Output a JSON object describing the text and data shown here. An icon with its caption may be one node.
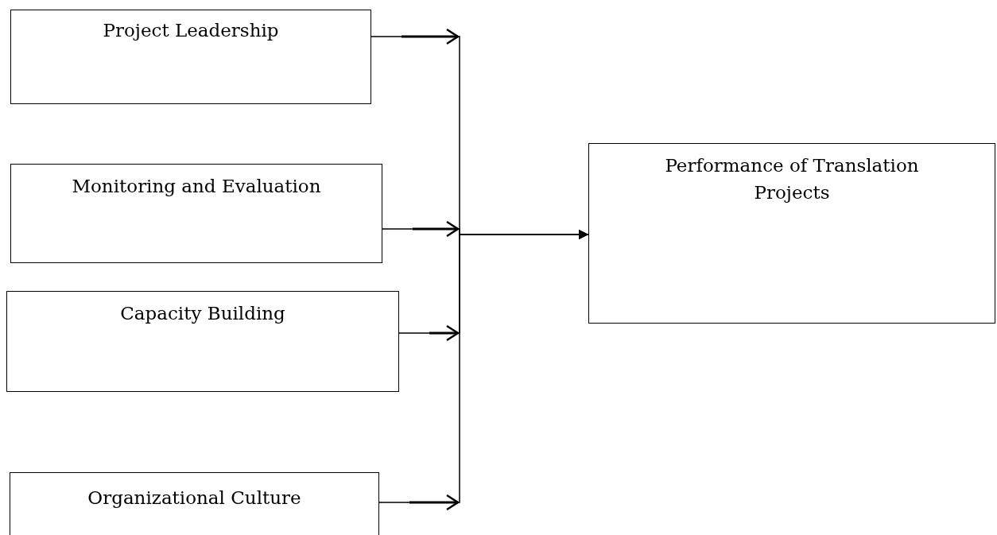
{
  "diagram": {
    "nodes": [
      {
        "text": [
          "Project Leadership"
        ]
      },
      {
        "text": [
          "Monitoring and Evaluation"
        ]
      },
      {
        "text": [
          "Capacity Building"
        ]
      },
      {
        "text": [
          "Organizational Culture"
        ]
      },
      {
        "text": [
          "Performance of Translation Projects"
        ]
      }
    ],
    "edges": [
      {
        "from": 0,
        "to": 4,
        "arrow": "to"
      },
      {
        "from": 1,
        "to": 4,
        "arrow": "to"
      },
      {
        "from": 2,
        "to": 4,
        "arrow": "to"
      },
      {
        "from": 3,
        "to": 4,
        "arrow": "to"
      }
    ]
  }
}
